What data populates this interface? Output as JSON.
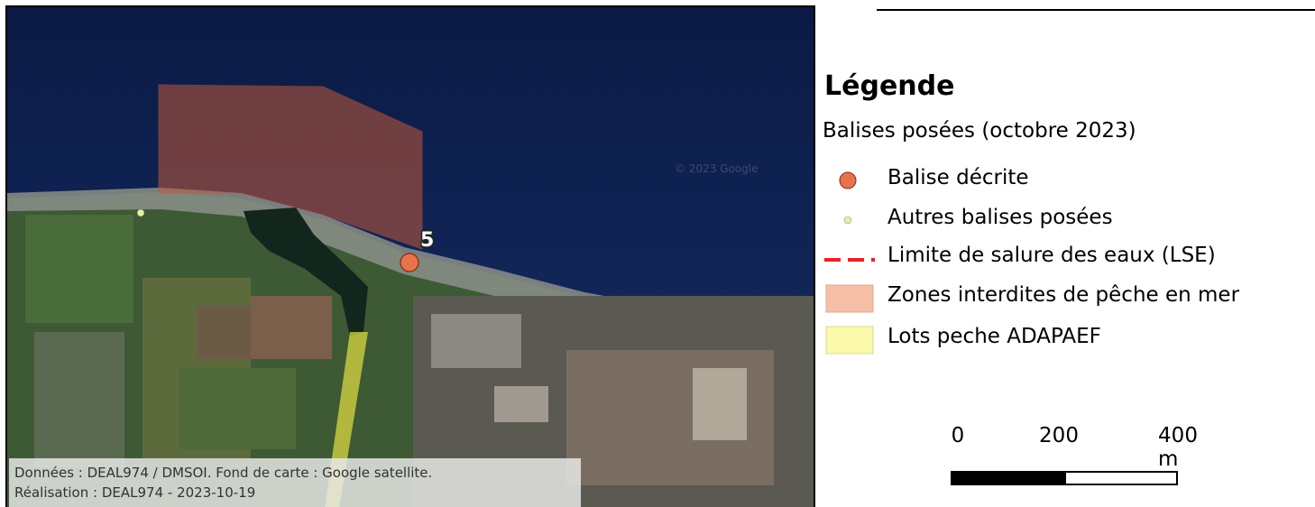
{
  "map": {
    "credits_line1": "Données : DEAL974 / DMSOI. Fond de carte : Google satellite.",
    "credits_line2": "Réalisation : DEAL974 - 2023-10-19",
    "watermark": "© 2023 Google",
    "beacon_label": "5"
  },
  "legend": {
    "title": "Légende",
    "subtitle": "Balises posées (octobre 2023)",
    "items": [
      {
        "label": "Balise décrite",
        "symbol": "orange-circle",
        "color": "#e8734a"
      },
      {
        "label": "Autres balises posées",
        "symbol": "small-yellow-circle",
        "color": "#e8f0a0"
      },
      {
        "label": "Limite de salure des eaux (LSE)",
        "symbol": "red-dashed-line",
        "color": "#e8202a"
      },
      {
        "label": "Zones interdites de pêche en mer",
        "symbol": "salmon-box",
        "color": "#f5bfa8"
      },
      {
        "label": "Lots peche ADAPAEF",
        "symbol": "yellow-box",
        "color": "#fafaaa"
      }
    ]
  },
  "scale_bar": {
    "ticks": [
      "0",
      "200",
      "400 m"
    ]
  },
  "colors": {
    "sea": "#0e1f4a",
    "forbidden_zone": "#c25a3a",
    "adapaef_lot": "#d8d840",
    "beacon": "#e8734a"
  }
}
